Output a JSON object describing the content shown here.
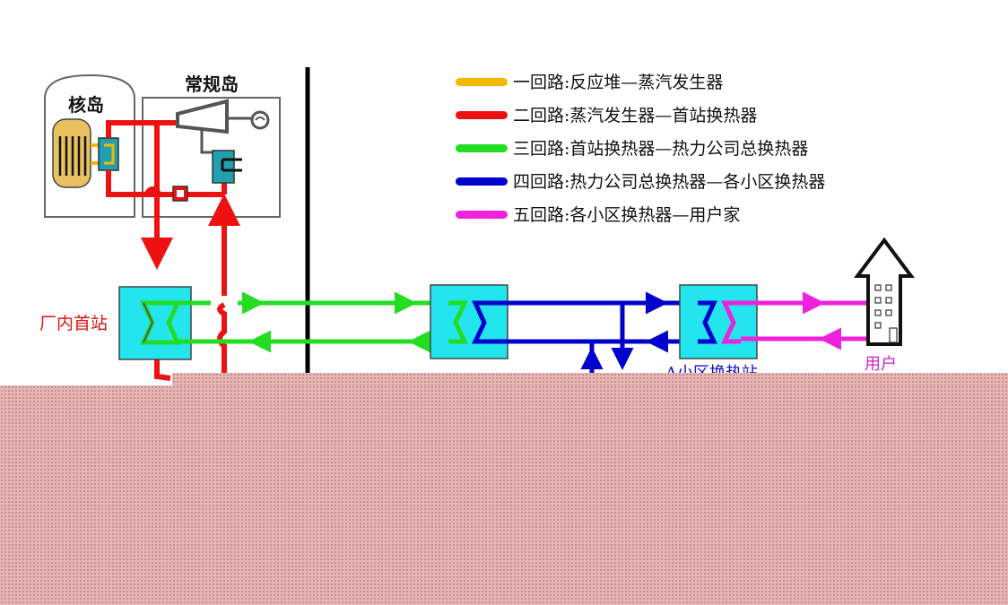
{
  "labels": {
    "nuclear_island": "核岛",
    "conventional_island": "常规岛",
    "plant_head_station": "厂内首站",
    "substation_a": "A小区换热站",
    "user": "用户"
  },
  "legend": [
    {
      "label": "一回路:反应堆—蒸汽发生器",
      "color": "#f5b800"
    },
    {
      "label": "二回路:蒸汽发生器—首站换热器",
      "color": "#ee1111"
    },
    {
      "label": "三回路:首站换热器—热力公司总换热器",
      "color": "#22dd22"
    },
    {
      "label": "四回路:热力公司总换热器—各小区换热器",
      "color": "#0000cc"
    },
    {
      "label": "五回路:各小区换热器—用户家",
      "color": "#ee22dd"
    }
  ],
  "colors": {
    "loop1": "#f5b800",
    "loop2": "#ee1111",
    "loop3": "#22dd22",
    "loop4": "#0000cc",
    "loop5": "#ee22dd",
    "exchanger_fill": "#22e5ee",
    "reactor_fill": "#e8c060",
    "label_red": "#dd1111",
    "label_blue": "#1111cc",
    "label_magenta": "#cc22cc",
    "overlay": "#e8b4b4"
  },
  "icons": [
    "reactor-icon",
    "steam-generator-icon",
    "turbine-icon",
    "generator-icon",
    "condenser-icon",
    "pump-icon",
    "heat-exchanger-icon",
    "house-icon"
  ]
}
